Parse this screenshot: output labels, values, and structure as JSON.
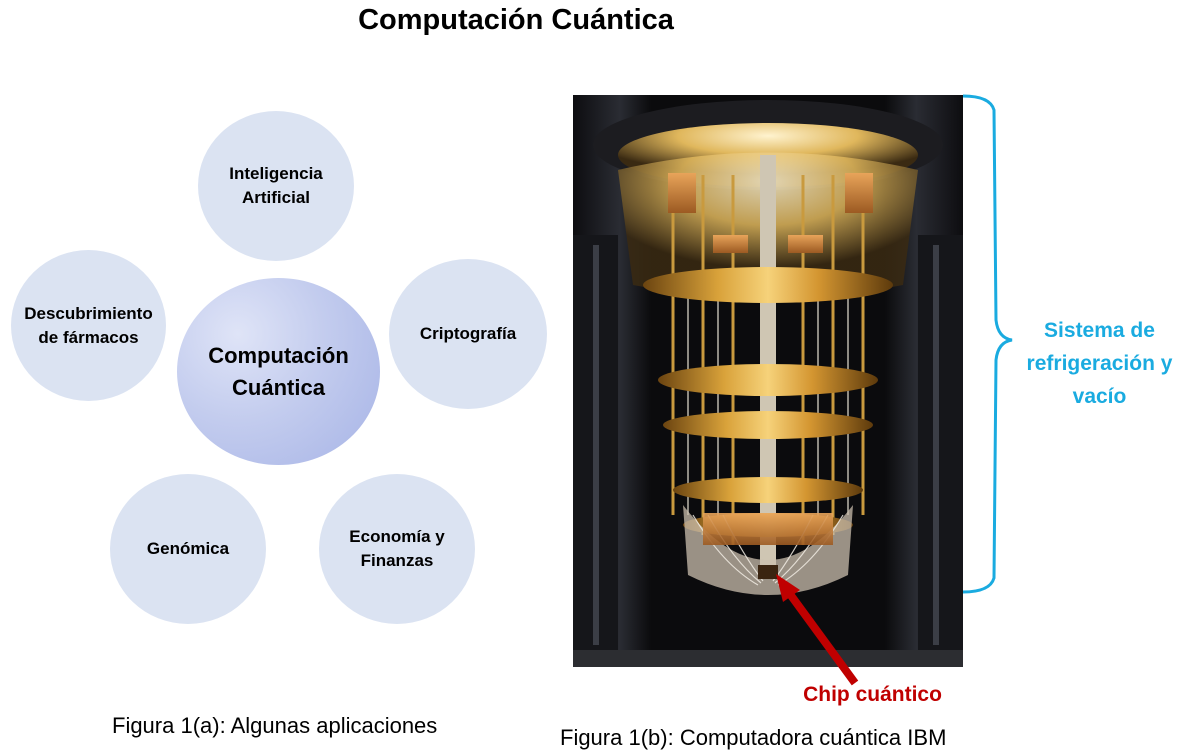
{
  "title": "Computación Cuántica",
  "figure_a": {
    "caption": "Figura 1(a): Algunas aplicaciones",
    "center": [
      "Computación",
      "Cuántica"
    ],
    "nodes": {
      "ai": [
        "Inteligencia",
        "Artificial"
      ],
      "drugs": [
        "Descubrimiento",
        "de fármacos"
      ],
      "crypto": [
        "Criptografía"
      ],
      "genomics": [
        "Genómica"
      ],
      "finance": [
        "Economía y",
        "Finanzas"
      ]
    }
  },
  "figure_b": {
    "caption": "Figura 1(b): Computadora cuántica IBM",
    "brace_label": [
      "Sistema de",
      "refrigeración y",
      "vacío"
    ],
    "chip_label": "Chip cuántico"
  },
  "colors": {
    "node_fill": "#dbe3f2",
    "center_fill": "#a6b3e6",
    "brace": "#1aabe0",
    "arrow": "#c00000"
  }
}
